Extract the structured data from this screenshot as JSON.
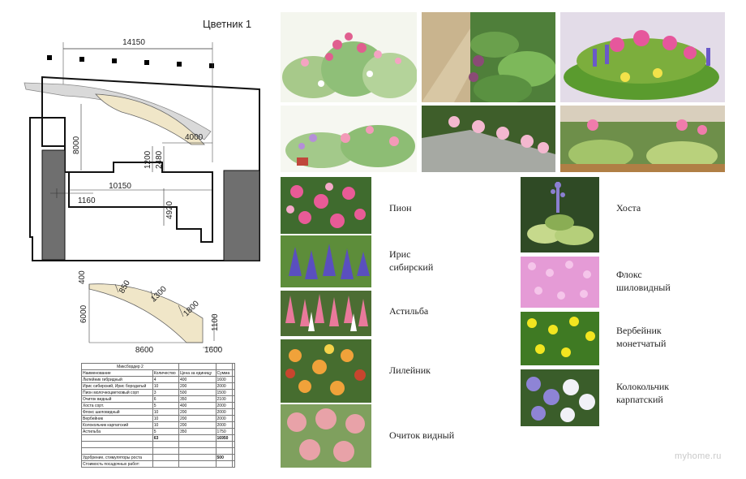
{
  "plan": {
    "title": "Цветник 1",
    "dims": {
      "total_width": "14150",
      "arc_height": "8000",
      "arc_width": "4000",
      "mid_a": "1200",
      "mid_b": "2480",
      "bottom_width": "10150",
      "left_offset": "1160",
      "bottom_height": "4920"
    }
  },
  "bed": {
    "dims": {
      "a": "400",
      "b": "850",
      "c": "1300",
      "d": "1800",
      "e": "1100",
      "height": "6000",
      "length": "8600",
      "end": "1600"
    }
  },
  "table": {
    "title": "Миксбордер 2",
    "headers": [
      "Наименование",
      "Количество",
      "Цена за единицу",
      "Сумма"
    ],
    "rows": [
      [
        "Лилейник гибридный",
        "4",
        "400",
        "1600"
      ],
      [
        "Ирис сибирский, Ирис бородатый",
        "10",
        "200",
        "2000"
      ],
      [
        "Пион молочноцветковый сорт",
        "3",
        "500",
        "1500"
      ],
      [
        "Очиток видный",
        "6",
        "350",
        "2100"
      ],
      [
        "Хоста сорт.",
        "5",
        "400",
        "2000"
      ],
      [
        "Флокс шиловидный",
        "10",
        "200",
        "2000"
      ],
      [
        "Вербейник",
        "10",
        "200",
        "2000"
      ],
      [
        "Колокольчик карпатский",
        "10",
        "200",
        "2000"
      ],
      [
        "Астильба",
        "5",
        "350",
        "1750"
      ]
    ],
    "total_qty": "63",
    "total_sum": "16950",
    "extra_label": "Удобрение, стимуляторы роста",
    "extra_value": "500",
    "planting_label": "Стоимость посадочных работ:"
  },
  "plants": {
    "peony": "Пион",
    "iris": "Ирис сибирский",
    "astilbe": "Астильба",
    "daylily": "Лилейник",
    "sedum": "Очиток видный",
    "hosta": "Хоста",
    "phlox": "Флокс шиловидный",
    "lysimachia": "Вербейник монетчатый",
    "campanula": "Колокольчик карпатский"
  },
  "watermark": "myhome.ru"
}
